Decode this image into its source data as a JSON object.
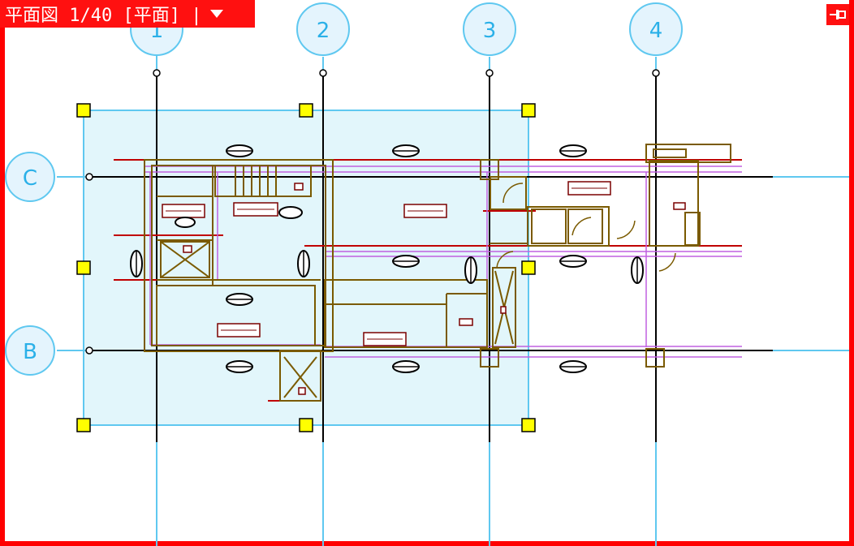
{
  "view": {
    "title": "平面図 1/40 [平面] |",
    "pin_icon": "pin-icon",
    "dropdown_icon": "triangle-down-icon"
  },
  "grids": {
    "vertical": [
      "1",
      "2",
      "3",
      "4"
    ],
    "horizontal": [
      "C",
      "B"
    ]
  },
  "colors": {
    "accent": "#ff0000",
    "grid_line": "#5fc8f0",
    "grid_bubble_fill": "#e4f4fd",
    "selection_fill": "#e2f6fb",
    "wall": "#7a5a00",
    "partition": "#c060e0",
    "beam": "#c00000",
    "handle": "#ffff00"
  }
}
